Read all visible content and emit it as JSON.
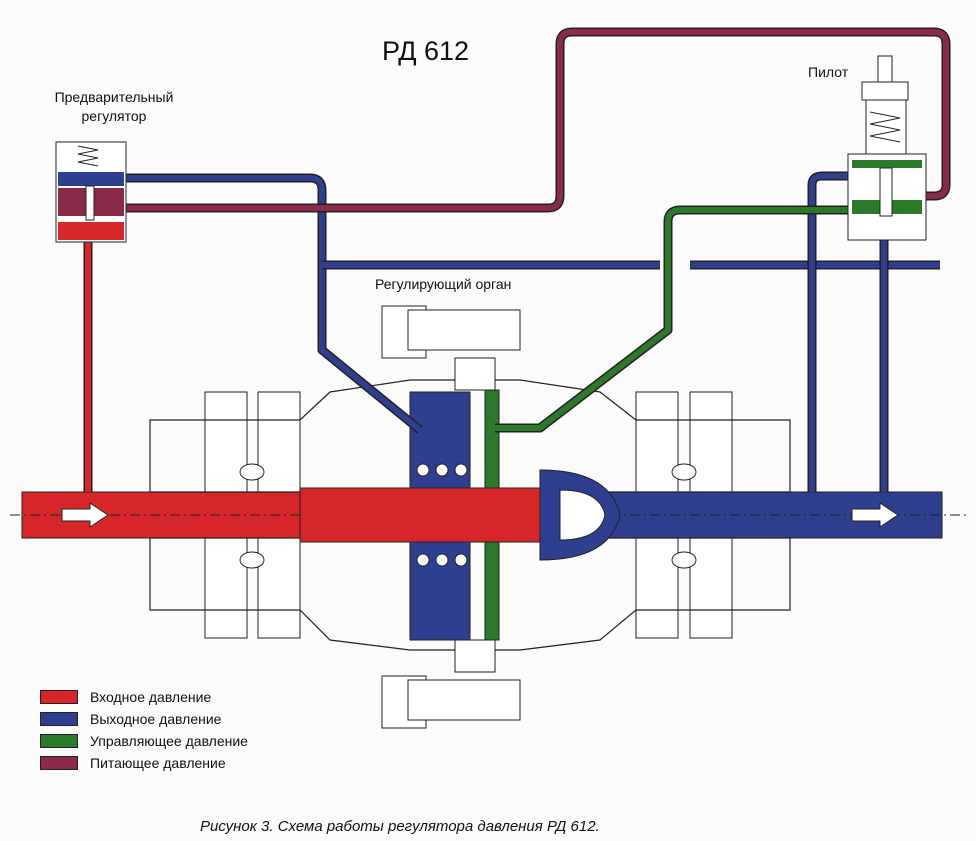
{
  "title": "РД 612",
  "labels": {
    "pre_regulator": "Предварительный регулятор",
    "pilot": "Пилот",
    "control_organ": "Регулирующий орган"
  },
  "legend": [
    {
      "label": "Входное давление",
      "color": "#d7262a"
    },
    {
      "label": "Выходное давление",
      "color": "#2e3f8f"
    },
    {
      "label": "Управляющее давление",
      "color": "#2a7a2a"
    },
    {
      "label": "Питающее давление",
      "color": "#8a2a48"
    }
  ],
  "caption": "Рисунок 3.   Схема работы регулятора давления  РД 612."
}
